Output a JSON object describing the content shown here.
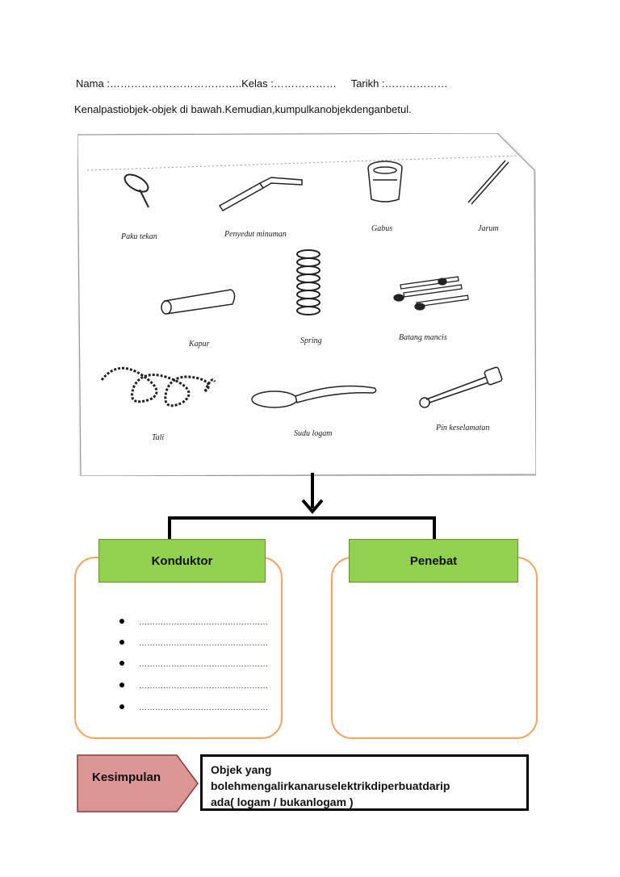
{
  "header": {
    "name_field": "Nama :………………………………..Kelas :………………",
    "date_field": "Tarikh :………………"
  },
  "instruction": "Kenalpastiobjek-objek di bawah.Kemudian,kumpulkanobjekdenganbetul.",
  "objects": [
    {
      "label": "Paku tekan",
      "icon": "thumbtack-icon"
    },
    {
      "label": "Penyedut minuman",
      "icon": "straw-icon"
    },
    {
      "label": "Gabus",
      "icon": "cork-icon"
    },
    {
      "label": "Jarum",
      "icon": "needle-icon"
    },
    {
      "label": "Kapur",
      "icon": "chalk-icon"
    },
    {
      "label": "Spring",
      "icon": "spring-icon"
    },
    {
      "label": "Batang mancis",
      "icon": "matchsticks-icon"
    },
    {
      "label": "Tali",
      "icon": "rope-icon"
    },
    {
      "label": "Sudu logam",
      "icon": "spoon-icon"
    },
    {
      "label": "Pin keselamatan",
      "icon": "safety-pin-icon"
    }
  ],
  "conductor": {
    "title": "Konduktor",
    "blanks": [
      "…………………………………………",
      "…………………………………………",
      "…………………………………………",
      "…………………………………………",
      "…………………………………………"
    ]
  },
  "insulator": {
    "title": "Penebat"
  },
  "conclusion": {
    "label": "Kesimpulan",
    "line1": "Objek yang",
    "line2": "bolehmengalirkanaruselektrikdiperbuatdarip",
    "line3": "ada( logam / bukanlogam )"
  },
  "colors": {
    "green_header": "#92d050",
    "panel_border": "#f4a460",
    "conclusion_fill": "#d99694"
  }
}
